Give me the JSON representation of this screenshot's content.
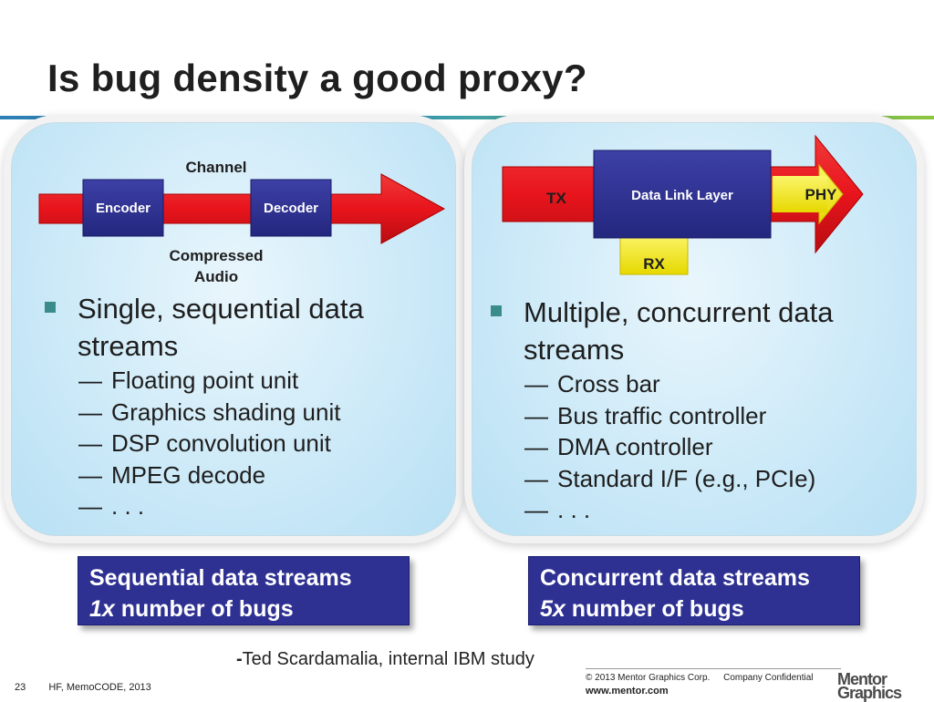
{
  "title": "Is bug density a good proxy?",
  "left_panel": {
    "diagram": {
      "channel_label": "Channel",
      "encoder_label": "Encoder",
      "decoder_label": "Decoder",
      "compressed_line1": "Compressed",
      "compressed_line2": "Audio"
    },
    "bullet": {
      "line1": "Single, sequential data",
      "line2": "streams"
    },
    "subitems": [
      "Floating point unit",
      "Graphics shading unit",
      "DSP convolution unit",
      "MPEG decode",
      ". . ."
    ]
  },
  "right_panel": {
    "diagram": {
      "tx_label": "TX",
      "dll_label": "Data Link Layer",
      "phy_label": "PHY",
      "rx_label": "RX"
    },
    "bullet": {
      "line1": "Multiple, concurrent data",
      "line2": "streams"
    },
    "subitems": [
      "Cross bar",
      "Bus traffic controller",
      "DMA controller",
      "Standard I/F (e.g., PCIe)",
      ". . ."
    ]
  },
  "callouts": {
    "left": {
      "line1": "Sequential data streams",
      "multiplier": "1x",
      "rest": " number of bugs"
    },
    "right": {
      "line1": "Concurrent data streams",
      "multiplier": "5x",
      "rest": " number of bugs"
    }
  },
  "quote": {
    "dash": "-",
    "text": "Ted Scardamalia, internal IBM study"
  },
  "dash_glyph": "—",
  "footer": {
    "page_number": "23",
    "event": "HF, MemoCODE, 2013",
    "copyright": "© 2013 Mentor Graphics Corp.",
    "confidential": "Company Confidential",
    "url": "www.mentor.com",
    "logo_line1": "Mentor",
    "logo_line2": "Graphics"
  },
  "colors": {
    "arrow_red": "#e8141c",
    "box_navy": "#2e3192",
    "callout_navy": "#2e3192",
    "phy_yellow": "#f7ee2b",
    "panel_blue": "#cdeaf8",
    "bullet_teal": "#3a8c8a"
  }
}
